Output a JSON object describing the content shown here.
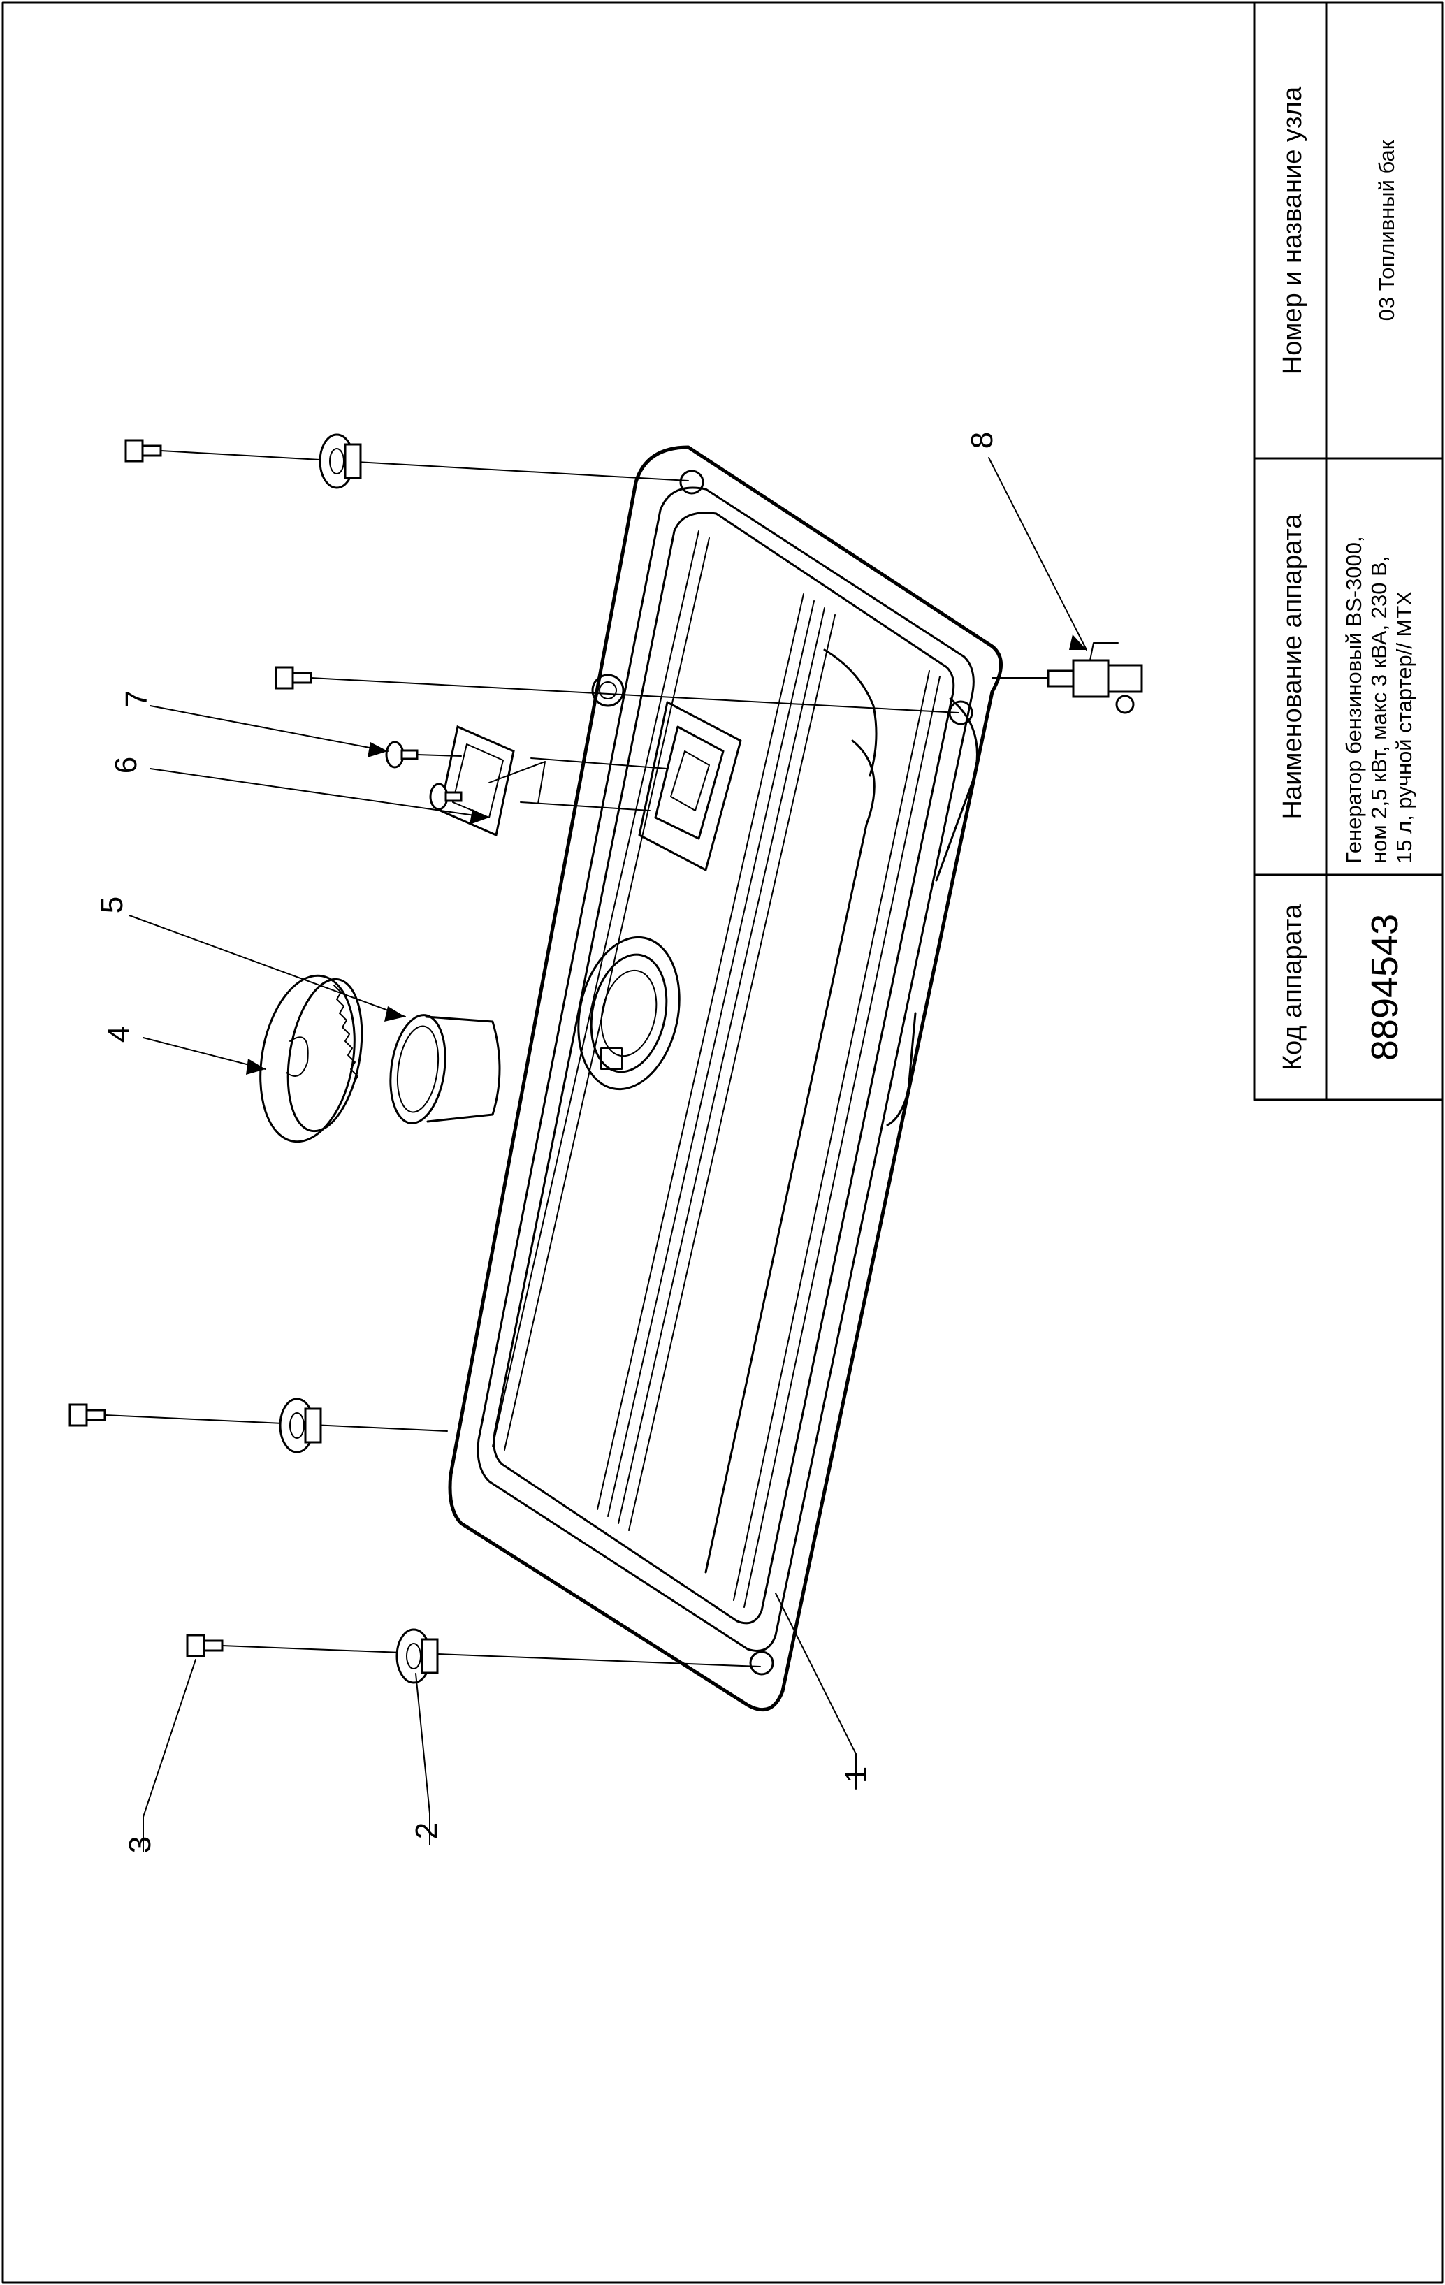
{
  "title_block": {
    "code_header": "Код аппарата",
    "code_value": "8894543",
    "device_header": "Наименование аппарата",
    "device_lines": [
      "Генератор бензиновый BS-3000,",
      "ном 2,5 кВт, макс 3 кВА, 230 В,",
      "15 л, ручной стартер// MTX"
    ],
    "unit_header": "Номер и название узла",
    "unit_value": "03 Топливный бак"
  },
  "callouts": [
    "1",
    "2",
    "3",
    "4",
    "5",
    "6",
    "7",
    "8"
  ]
}
